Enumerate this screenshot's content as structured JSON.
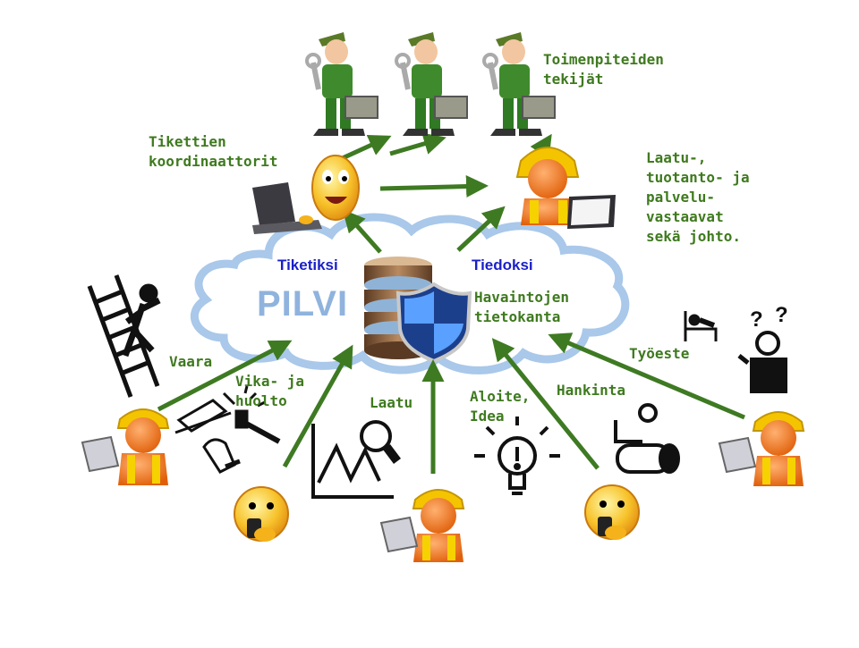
{
  "cloud": {
    "title": "PILVI",
    "left_label": "Tiketiksi",
    "right_label": "Tiedoksi",
    "db_label": "Havaintojen\ntietokanta"
  },
  "roles": {
    "workers": "Toimenpiteiden\ntekijät",
    "coordinators": "Tikettien\nkoordinaattorit",
    "managers": "Laatu-,\ntuotanto- ja\npalvelu-\nvastaavat\nsekä johto."
  },
  "categories": {
    "hazard": "Vaara",
    "fault": "Vika- ja\nhuolto",
    "quality": "Laatu",
    "idea": "Aloite,\nIdea",
    "procurement": "Hankinta",
    "health": "Työeste"
  },
  "colors": {
    "arrow": "#3e7a22",
    "cloud_stroke": "#a9c8ea",
    "label_green": "#3f7a1f",
    "label_blue": "#1a1fc8",
    "orange": "#f07a14",
    "helmet": "#f5c400"
  }
}
